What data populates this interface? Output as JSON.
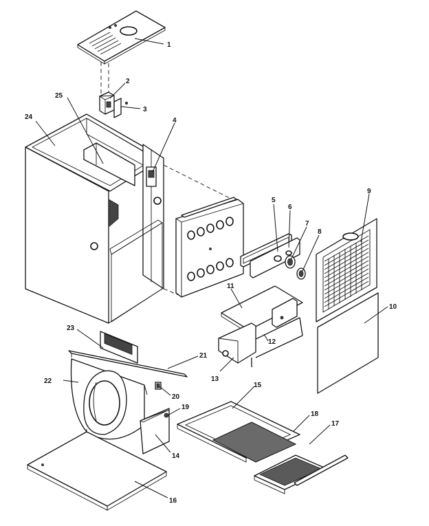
{
  "callouts": [
    {
      "id": "1",
      "text": "1",
      "part": "top-cover-panel"
    },
    {
      "id": "2",
      "text": "2",
      "part": "limit-switch-bracket"
    },
    {
      "id": "3",
      "text": "3",
      "part": "switch-clip"
    },
    {
      "id": "4",
      "text": "4",
      "part": "control-box-bracket"
    },
    {
      "id": "5",
      "text": "5",
      "part": "heater-strip-channel"
    },
    {
      "id": "6",
      "text": "6",
      "part": "heater-strip-mount"
    },
    {
      "id": "7",
      "text": "7",
      "part": "sensor-ring"
    },
    {
      "id": "8",
      "text": "8",
      "part": "sensor-ring-small"
    },
    {
      "id": "9",
      "text": "9",
      "part": "louvered-upper-door"
    },
    {
      "id": "10",
      "text": "10",
      "part": "lower-door-panel"
    },
    {
      "id": "11",
      "text": "11",
      "part": "filter-rack-top"
    },
    {
      "id": "12",
      "text": "12",
      "part": "filter-rack-rods"
    },
    {
      "id": "13",
      "text": "13",
      "part": "filter-rack-base"
    },
    {
      "id": "14",
      "text": "14",
      "part": "blower-mount-plate"
    },
    {
      "id": "15",
      "text": "15",
      "part": "filter-frame"
    },
    {
      "id": "16",
      "text": "16",
      "part": "bottom-base-pan"
    },
    {
      "id": "17",
      "text": "17",
      "part": "filter-media-small"
    },
    {
      "id": "18",
      "text": "18",
      "part": "filter-media-large"
    },
    {
      "id": "19",
      "text": "19",
      "part": "blower-bolt"
    },
    {
      "id": "20",
      "text": "20",
      "part": "blower-clip"
    },
    {
      "id": "21",
      "text": "21",
      "part": "blower-rail"
    },
    {
      "id": "22",
      "text": "22",
      "part": "blower-housing"
    },
    {
      "id": "23",
      "text": "23",
      "part": "blower-outlet"
    },
    {
      "id": "24",
      "text": "24",
      "part": "cabinet"
    },
    {
      "id": "25",
      "text": "25",
      "part": "inner-baffle"
    }
  ]
}
